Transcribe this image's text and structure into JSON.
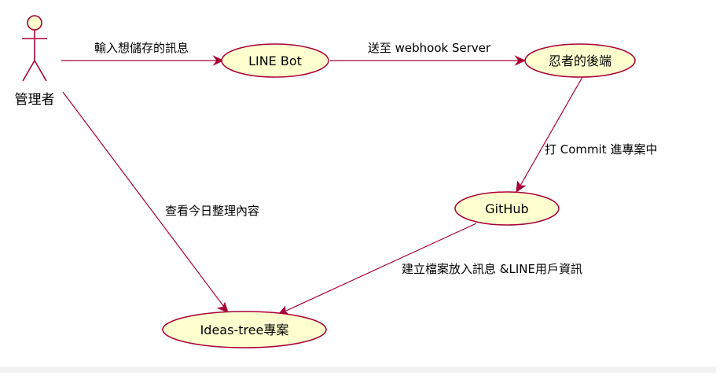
{
  "diagram": {
    "actor": {
      "label": "管理者"
    },
    "use_cases": {
      "line_bot": "LINE Bot",
      "backend": "忍者的後端",
      "github": "GitHub",
      "ideas_tree": "Ideas-tree專案"
    },
    "edges": {
      "actor_to_linebot": "輸入想儲存的訊息",
      "linebot_to_backend": "送至 webhook Server",
      "backend_to_github": "打 Commit 進專案中",
      "github_to_ideas": "建立檔案放入訊息 &LINE用戶資訊",
      "actor_to_ideas": "查看今日整理內容"
    },
    "colors": {
      "usecase_fill": "#FEFECE",
      "stroke": "#A80036"
    }
  }
}
